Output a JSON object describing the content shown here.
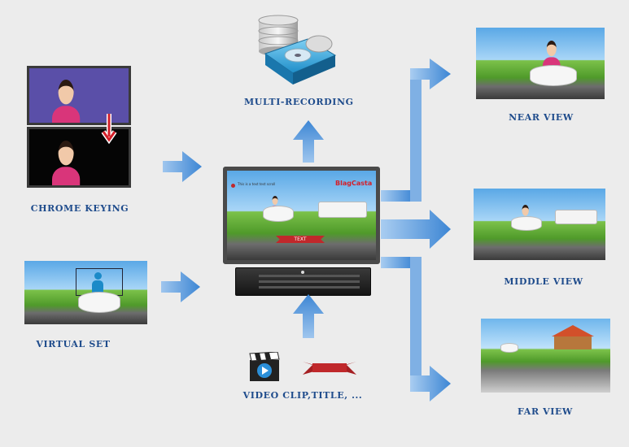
{
  "labels": {
    "chrome_keying": "CHROME KEYING",
    "virtual_set": "VIRTUAL SET",
    "multi_recording": "MULTI-RECORDING",
    "video_clip": "VIDEO CLIP,TITLE, ...",
    "near_view": "NEAR VIEW",
    "middle_view": "MIDDLE VIEW",
    "far_view": "FAR VIEW"
  },
  "monitor": {
    "brand_text": "BlagCasta",
    "title_bar_text": "TEXT",
    "ticker_text": "This is a text test scroll"
  },
  "colors": {
    "label": "#1f4c8c",
    "arrow": "#4a90d9",
    "chroma_blue": "#5a4fa8",
    "keyed_black": "#050505",
    "ribbon_red": "#c0282b"
  },
  "icons": [
    "database-icon",
    "hard-drive-icon",
    "clapperboard-icon",
    "ribbon-banner-icon",
    "down-arrow-icon"
  ]
}
